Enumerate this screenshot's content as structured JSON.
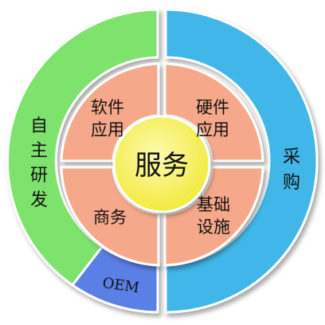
{
  "center": {
    "label": "服务",
    "color": "#f7f26a"
  },
  "inner_ring": {
    "color": "#f6a98a",
    "segments": [
      {
        "id": "software",
        "lines": [
          "软件",
          "应用"
        ]
      },
      {
        "id": "hardware",
        "lines": [
          "硬件",
          "应用"
        ]
      },
      {
        "id": "business",
        "lines": [
          "商务"
        ]
      },
      {
        "id": "infrastructure",
        "lines": [
          "基础",
          "设施"
        ]
      }
    ]
  },
  "outer_ring": {
    "left": {
      "label_chars": [
        "自",
        "主",
        "研",
        "发"
      ],
      "color": "#7de36c"
    },
    "right": {
      "label_chars": [
        "采",
        "购"
      ],
      "color": "#3fb6e9"
    },
    "bottom": {
      "label": "OEM",
      "color": "#5a80e6"
    }
  }
}
